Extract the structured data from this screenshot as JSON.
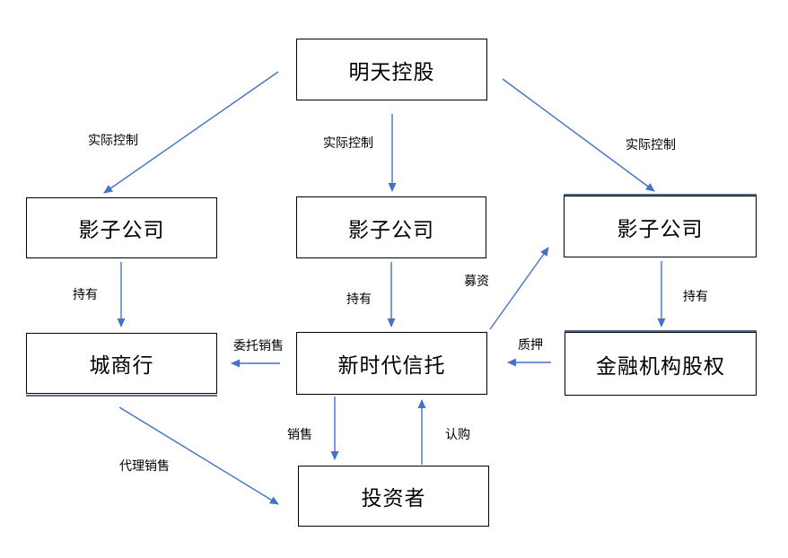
{
  "diagram": {
    "type": "flowchart",
    "language": "zh-CN",
    "colors": {
      "arrow-color": "#4472C4",
      "accent-color": "#1F3864",
      "box-border-color": "#000000",
      "bg-color": "#FFFFFF"
    },
    "nodes": [
      {
        "id": "tomorrow-holdings",
        "label": "明天控股"
      },
      {
        "id": "shadow-company-left",
        "label": "影子公司"
      },
      {
        "id": "shadow-company-middle",
        "label": "影子公司"
      },
      {
        "id": "shadow-company-right",
        "label": "影子公司"
      },
      {
        "id": "city-commercial-bank",
        "label": "城商行"
      },
      {
        "id": "new-era-trust",
        "label": "新时代信托"
      },
      {
        "id": "financial-institution-equity",
        "label": "金融机构股权"
      },
      {
        "id": "investors",
        "label": "投资者"
      }
    ],
    "edges": [
      {
        "id": "actual-control-left",
        "label": "实际控制",
        "from": "tomorrow-holdings",
        "to": "shadow-company-left"
      },
      {
        "id": "actual-control-middle",
        "label": "实际控制",
        "from": "tomorrow-holdings",
        "to": "shadow-company-middle"
      },
      {
        "id": "actual-control-right",
        "label": "实际控制",
        "from": "tomorrow-holdings",
        "to": "shadow-company-right"
      },
      {
        "id": "hold-left",
        "label": "持有",
        "from": "shadow-company-left",
        "to": "city-commercial-bank"
      },
      {
        "id": "hold-middle",
        "label": "持有",
        "from": "shadow-company-middle",
        "to": "new-era-trust"
      },
      {
        "id": "hold-right",
        "label": "持有",
        "from": "shadow-company-right",
        "to": "financial-institution-equity"
      },
      {
        "id": "entrusted-sales",
        "label": "委托销售",
        "from": "new-era-trust",
        "to": "city-commercial-bank"
      },
      {
        "id": "pledge",
        "label": "质押",
        "from": "financial-institution-equity",
        "to": "new-era-trust"
      },
      {
        "id": "fundraising",
        "label": "募资",
        "from": "new-era-trust",
        "to": "shadow-company-right"
      },
      {
        "id": "sales",
        "label": "销售",
        "from": "new-era-trust",
        "to": "investors"
      },
      {
        "id": "subscription",
        "label": "认购",
        "from": "investors",
        "to": "new-era-trust"
      },
      {
        "id": "agency-sales",
        "label": "代理销售",
        "from": "city-commercial-bank",
        "to": "investors"
      }
    ]
  }
}
